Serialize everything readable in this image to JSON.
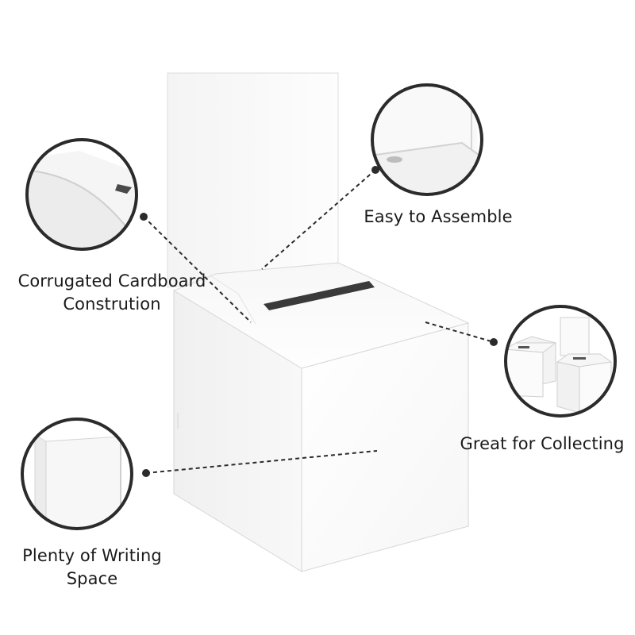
{
  "features": [
    {
      "id": "corrugated",
      "lines": [
        "Corrugated Cardboard",
        "Constrution"
      ]
    },
    {
      "id": "assemble",
      "lines": [
        "Easy to Assemble"
      ]
    },
    {
      "id": "collecting",
      "lines": [
        "Great for Collecting"
      ]
    },
    {
      "id": "writing",
      "lines": [
        "Plenty of Writing",
        "Space"
      ]
    }
  ],
  "colors": {
    "background": "#ffffff",
    "box_face_front": "#fbfbfb",
    "box_face_side": "#f1f1f1",
    "box_edge": "#d9d9d9",
    "slot": "#3a3a3a",
    "callout_ring": "#2b2b2b",
    "callout_dot": "#2b2b2b",
    "leader_line": "#2b2b2b",
    "text": "#1a1a1a"
  }
}
